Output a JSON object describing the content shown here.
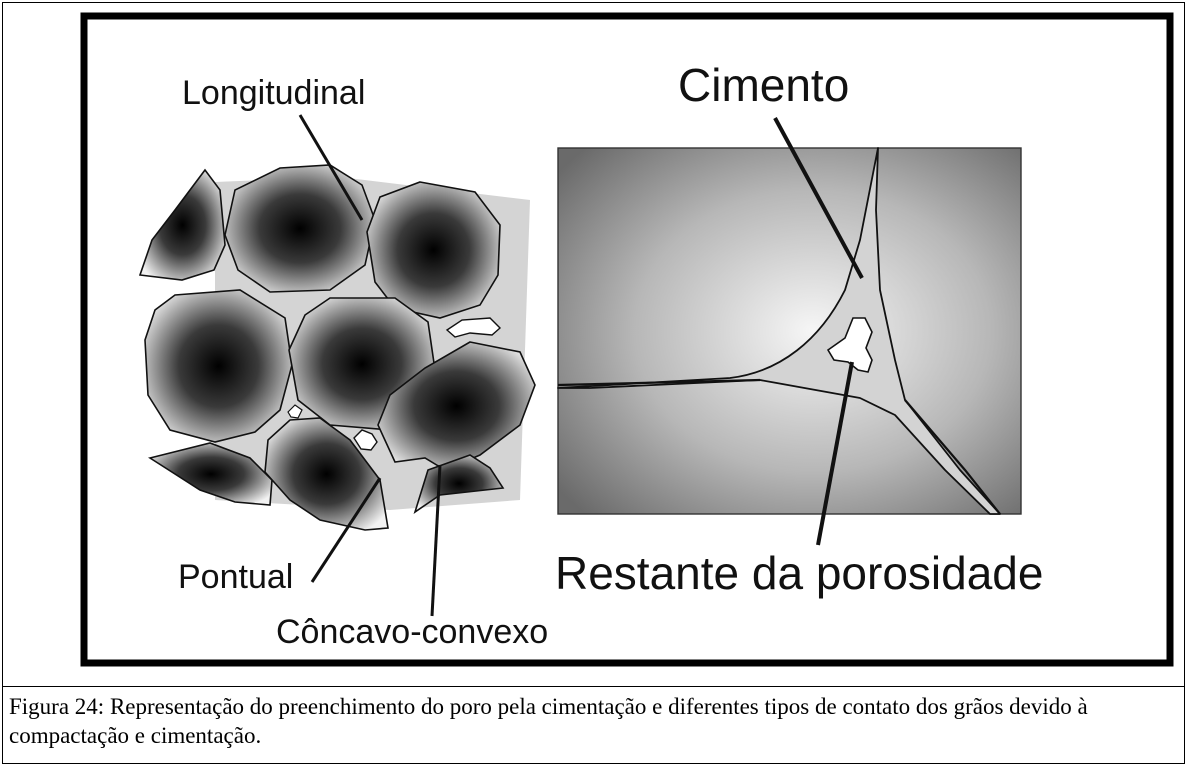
{
  "figure": {
    "labels": {
      "longitudinal": "Longitudinal",
      "pontual": "Pontual",
      "concavo_convexo": "Côncavo-convexo",
      "cimento": "Cimento",
      "restante": "Restante da porosidade"
    }
  },
  "caption": "Figura 24: Representação do preenchimento do poro pela cimentação e diferentes tipos de contato dos grãos devido à compactação e cimentação.",
  "colors": {
    "grain_center": "#000000",
    "grain_edge": "#ffffff",
    "cement_matrix": "#d8d8d8",
    "zoom_edge": "#6e6e6e",
    "zoom_center": "#f4f4f4"
  }
}
